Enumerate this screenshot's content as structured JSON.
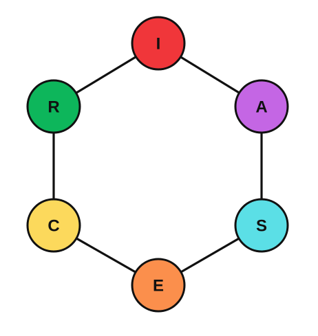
{
  "diagram": {
    "nodes": [
      {
        "id": "I",
        "label": "I",
        "color": "#f0363a"
      },
      {
        "id": "A",
        "label": "A",
        "color": "#c466e4"
      },
      {
        "id": "S",
        "label": "S",
        "color": "#5bdfe6"
      },
      {
        "id": "E",
        "label": "E",
        "color": "#fb8f4c"
      },
      {
        "id": "C",
        "label": "C",
        "color": "#fcd95c"
      },
      {
        "id": "R",
        "label": "R",
        "color": "#0db65b"
      }
    ],
    "edges": [
      [
        "I",
        "A"
      ],
      [
        "A",
        "S"
      ],
      [
        "S",
        "E"
      ],
      [
        "E",
        "C"
      ],
      [
        "C",
        "R"
      ],
      [
        "R",
        "I"
      ]
    ],
    "edge_color": "#111111"
  }
}
